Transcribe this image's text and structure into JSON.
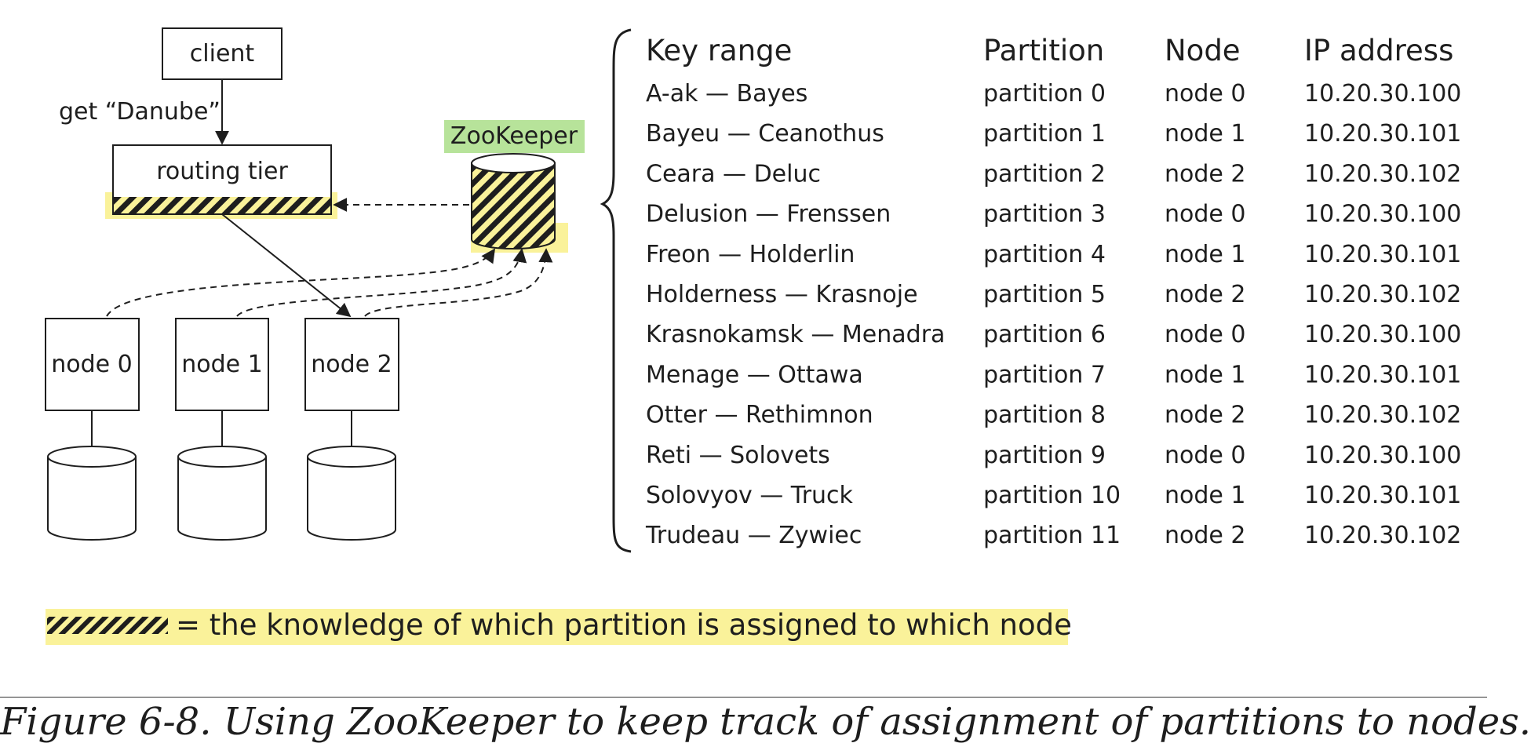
{
  "diagram": {
    "client_label": "client",
    "request_label": "get “Danube”",
    "routing_tier_label": "routing tier",
    "zookeeper_label": "ZooKeeper",
    "nodes": [
      {
        "label": "node 0"
      },
      {
        "label": "node 1"
      },
      {
        "label": "node 2"
      }
    ],
    "legend_text": "= the knowledge of which partition is assigned to which node",
    "colors": {
      "highlight_yellow": "#faf29a",
      "highlight_green": "#b7e39a",
      "stroke": "#1e1e1e"
    }
  },
  "table": {
    "headers": [
      "Key range",
      "Partition",
      "Node",
      "IP address"
    ],
    "rows": [
      [
        "A-ak — Bayes",
        "partition 0",
        "node 0",
        "10.20.30.100"
      ],
      [
        "Bayeu — Ceanothus",
        "partition 1",
        "node 1",
        "10.20.30.101"
      ],
      [
        "Ceara — Deluc",
        "partition 2",
        "node 2",
        "10.20.30.102"
      ],
      [
        "Delusion — Frenssen",
        "partition 3",
        "node 0",
        "10.20.30.100"
      ],
      [
        "Freon — Holderlin",
        "partition 4",
        "node 1",
        "10.20.30.101"
      ],
      [
        "Holderness — Krasnoje",
        "partition 5",
        "node 2",
        "10.20.30.102"
      ],
      [
        "Krasnokamsk — Menadra",
        "partition 6",
        "node 0",
        "10.20.30.100"
      ],
      [
        "Menage — Ottawa",
        "partition 7",
        "node 1",
        "10.20.30.101"
      ],
      [
        "Otter — Rethimnon",
        "partition 8",
        "node 2",
        "10.20.30.102"
      ],
      [
        "Reti — Solovets",
        "partition 9",
        "node 0",
        "10.20.30.100"
      ],
      [
        "Solovyov — Truck",
        "partition 10",
        "node 1",
        "10.20.30.101"
      ],
      [
        "Trudeau — Zywiec",
        "partition 11",
        "node 2",
        "10.20.30.102"
      ]
    ]
  },
  "caption": "Figure 6-8. Using ZooKeeper to keep track of assignment of partitions to nodes."
}
